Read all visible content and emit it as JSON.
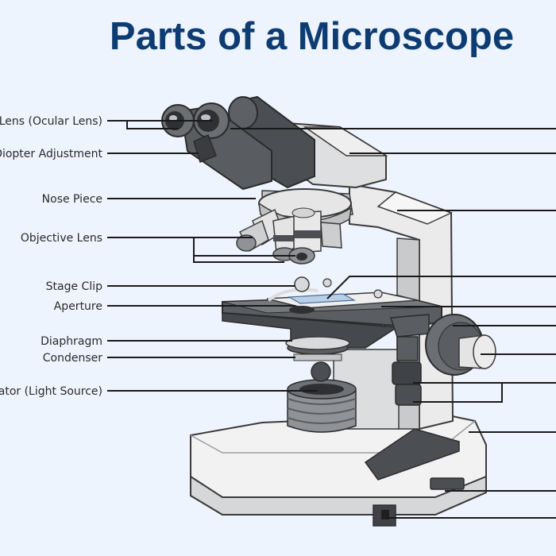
{
  "title": "Parts of a Microscope",
  "labels": {
    "eyepiece": "Eyepiece Lens (Ocular Lens)",
    "diopter": "Diopter Adjustment",
    "nose_piece": "Nose Piece",
    "objective": "Objective Lens",
    "stage_clip": "Stage Clip",
    "aperture": "Aperture",
    "diaphragm": "Diaphragm",
    "condenser": "Condenser",
    "illuminator": "Illuminator (Light Source)"
  },
  "colors": {
    "title": "#0d3c73",
    "background": "#eef4fd",
    "dark_gray": "#4b4e52",
    "mid_gray": "#8f9296",
    "light_gray": "#d9dadb",
    "white": "#f6f6f6",
    "lines": "#1a1a1a"
  }
}
